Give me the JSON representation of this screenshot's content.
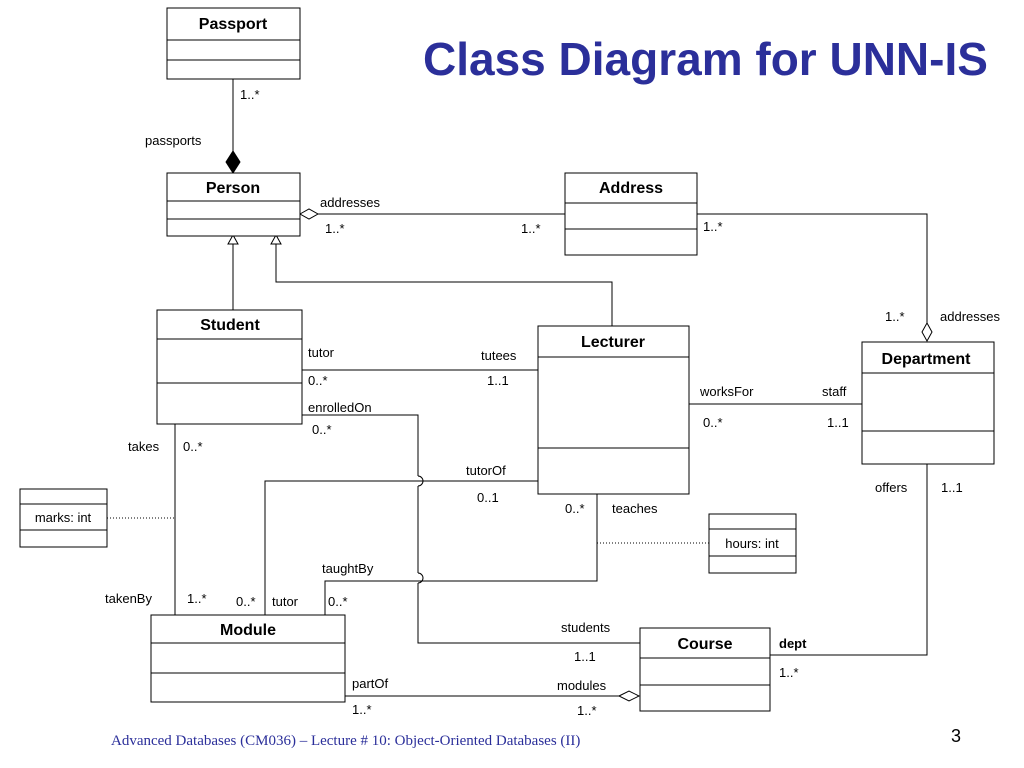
{
  "slide": {
    "title": "Class Diagram for UNN-IS",
    "footer": "Advanced Databases (CM036) – Lecture # 10: Object-Oriented Databases (II)",
    "page_number": "3",
    "title_color": "#2b2f9a"
  },
  "classes": {
    "passport": "Passport",
    "person": "Person",
    "address": "Address",
    "student": "Student",
    "lecturer": "Lecturer",
    "department": "Department",
    "module": "Module",
    "course": "Course"
  },
  "association_classes": {
    "marks": "marks: int",
    "hours": "hours: int"
  },
  "labels": {
    "passport_mult": "1..*",
    "passports_role": "passports",
    "addresses_role": "addresses",
    "person_addr_mult": "1..*",
    "address_person_mult": "1..*",
    "address_dept_mult": "1..*",
    "dept_addr_mult": "1..*",
    "dept_addresses_role": "addresses",
    "tutor_role": "tutor",
    "tutor_mult": "0..*",
    "tutees_role": "tutees",
    "tutees_mult": "1..1",
    "enrolledOn_role": "enrolledOn",
    "enrolledOn_mult": "0..*",
    "worksFor_role": "worksFor",
    "worksFor_mult": "0..*",
    "staff_role": "staff",
    "staff_mult": "1..1",
    "takes_role": "takes",
    "takes_mult": "0..*",
    "tutorOf_role": "tutorOf",
    "tutorOf_mult": "0..1",
    "teaches_mult": "0..*",
    "teaches_role": "teaches",
    "offers_role": "offers",
    "offers_mult": "1..1",
    "taughtBy_role": "taughtBy",
    "takenBy_role": "takenBy",
    "takenBy_mult": "1..*",
    "module_tutor_mult": "0..*",
    "module_tutor_role": "tutor",
    "taughtBy_mult": "0..*",
    "students_role": "students",
    "students_mult": "1..1",
    "dept_role": "dept",
    "dept_mult": "1..*",
    "partOf_role": "partOf",
    "partOf_mult": "1..*",
    "modules_role": "modules",
    "modules_mult": "1..*"
  }
}
